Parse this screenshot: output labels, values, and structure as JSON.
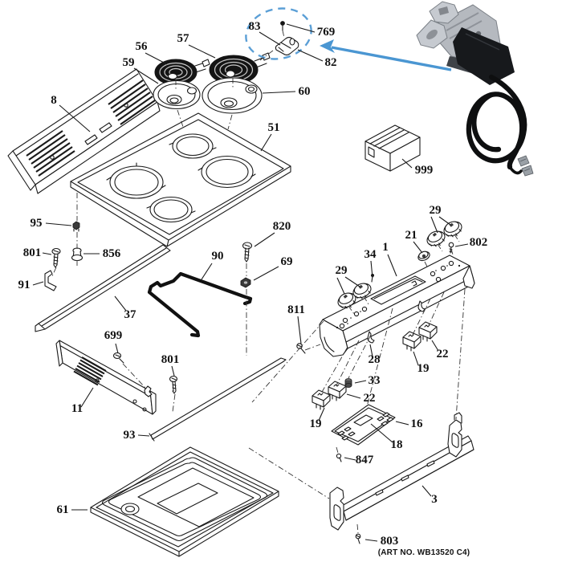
{
  "figure": {
    "art_no": "(ART NO. WB13520 C4)"
  },
  "colors": {
    "callout_blue": "#5b9fd6",
    "arrow_blue": "#4a96d2"
  },
  "callouts": {
    "c8": "8",
    "c56": "56",
    "c57": "57",
    "c59": "59",
    "c60": "60",
    "c83": "83",
    "c769": "769",
    "c82": "82",
    "c51": "51",
    "c999": "999",
    "c95": "95",
    "c801a": "801",
    "c856": "856",
    "c91": "91",
    "c37": "37",
    "c90": "90",
    "c820": "820",
    "c69": "69",
    "c29a": "29",
    "c29b": "29",
    "c21": "21",
    "c802": "802",
    "c1": "1",
    "c34": "34",
    "c811": "811",
    "c28": "28",
    "c22a": "22",
    "c19a": "19",
    "c33": "33",
    "c22b": "22",
    "c19b": "19",
    "c16": "16",
    "c18": "18",
    "c847": "847",
    "c699": "699",
    "c801b": "801",
    "c11": "11",
    "c93": "93",
    "c61": "61",
    "c3": "3",
    "c803": "803"
  }
}
